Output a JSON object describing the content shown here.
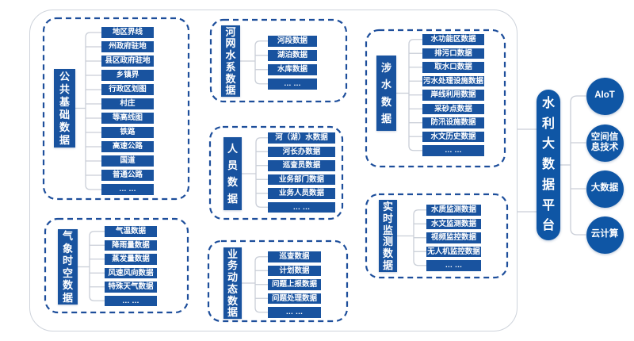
{
  "platform": {
    "title": "水利大数据平台"
  },
  "technologies": [
    {
      "label": "AIoT"
    },
    {
      "label": "空间信息技术"
    },
    {
      "label": "大数据"
    },
    {
      "label": "云计算"
    }
  ],
  "groups": [
    {
      "label": "公共基础数据",
      "items": [
        "地区界线",
        "州政府驻地",
        "县区政府驻地",
        "乡镇界",
        "行政区划图",
        "村庄",
        "等高线图",
        "铁路",
        "高速公路",
        "国道",
        "普通公路",
        "… …"
      ]
    },
    {
      "label": "河网水系数据",
      "items": [
        "河段数据",
        "湖泊数据",
        "水库数据",
        "… …"
      ]
    },
    {
      "label": "涉水数据",
      "items": [
        "水功能区数据",
        "排污口数据",
        "取水口数据",
        "污水处理设施数据",
        "岸线利用数据",
        "采砂点数据",
        "防汛设施数据",
        "水文历史数据",
        "… …"
      ]
    },
    {
      "label": "人员数据",
      "items": [
        "河（湖）水数据",
        "河长办数据",
        "巡查员数据",
        "业务部门数据",
        "业务人员数据",
        "… …"
      ]
    },
    {
      "label": "气象时空数据",
      "items": [
        "气温数据",
        "降雨量数据",
        "蒸发量数据",
        "风速风向数据",
        "特殊天气数据",
        "… …"
      ]
    },
    {
      "label": "业务动态数据",
      "items": [
        "巡查数据",
        "计划数据",
        "问题上报数据",
        "问题处理数据",
        "… …"
      ]
    },
    {
      "label": "实时监测数据",
      "items": [
        "水质监测数据",
        "水文监测数据",
        "视频监控数据",
        "无人机监控数据",
        "… …"
      ]
    }
  ],
  "colors": {
    "node_blue": "#19539f",
    "accent_blue": "#0f56a5",
    "dash_blue": "#1d4e9b",
    "line_gray": "#c9ced7",
    "container_border": "#ced3db"
  }
}
